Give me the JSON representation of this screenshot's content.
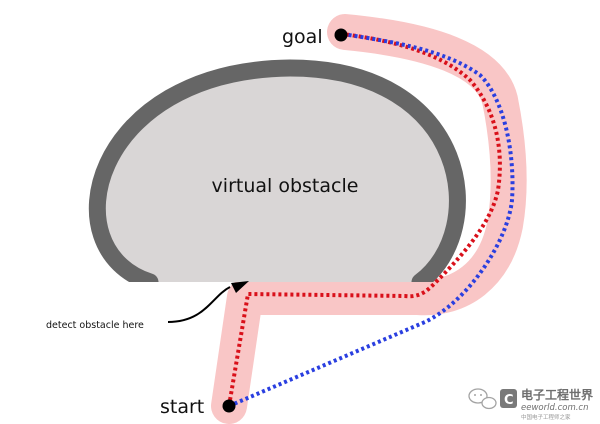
{
  "labels": {
    "goal": "goal",
    "start": "start",
    "obstacle": "virtual obstacle",
    "annotation": "detect obstacle here"
  },
  "colors": {
    "background": "#ffffff",
    "obstacle_fill": "#d9d6d6",
    "obstacle_wall": "#666666",
    "corridor": "#f9c6c6",
    "actual_path": "#d9101a",
    "planned_path": "#2a3fe0",
    "point": "#000000",
    "text": "#111111"
  },
  "watermark": {
    "brand": "电子工程世界",
    "site": "eeworld.com.cn",
    "tagline": "中国电子工程师之家",
    "icon": "wechat-icon"
  }
}
